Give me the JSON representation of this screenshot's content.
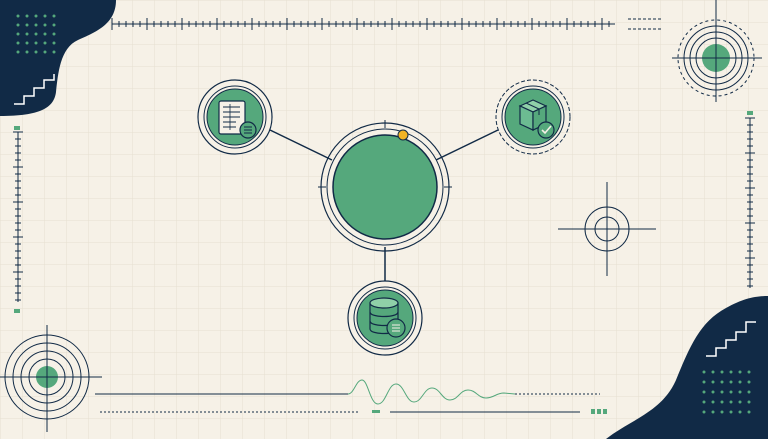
{
  "palette": {
    "background": "#f6f1e7",
    "grid": "#e6dfd1",
    "navy": "#112a46",
    "green": "#55a87c",
    "light_green": "#8fd0a8",
    "amber": "#f2b324"
  },
  "diagram": {
    "hub": {
      "name": "hub-node",
      "indicator": "amber-dot"
    },
    "satellites": [
      {
        "id": "document",
        "icon": "document-list-icon"
      },
      {
        "id": "package",
        "icon": "package-check-icon"
      },
      {
        "id": "database",
        "icon": "database-list-icon"
      }
    ]
  }
}
